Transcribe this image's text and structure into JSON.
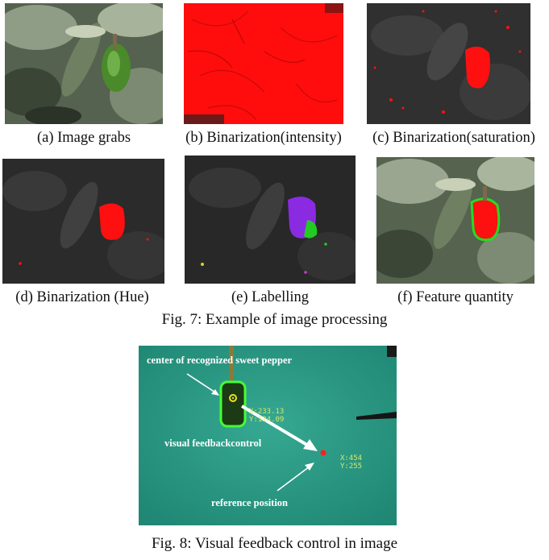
{
  "fig7": {
    "panels": [
      {
        "id": "a",
        "caption": "(a) Image grabs"
      },
      {
        "id": "b",
        "caption": "(b) Binarization(intensity)"
      },
      {
        "id": "c",
        "caption": "(c) Binarization(saturation)"
      },
      {
        "id": "d",
        "caption": "(d) Binarization (Hue)"
      },
      {
        "id": "e",
        "caption": "(e) Labelling"
      },
      {
        "id": "f",
        "caption": "(f) Feature quantity"
      }
    ],
    "caption": "Fig. 7: Example of image processing"
  },
  "fig8": {
    "annotations": {
      "center": "center of recognized sweet pepper",
      "feedback": "visual feedbackcontrol",
      "reference": "reference position"
    },
    "coords_center": {
      "x": "X:233.13",
      "y": "Y:124.09"
    },
    "coords_reference": {
      "x": "X:454",
      "y": "Y:255"
    },
    "caption": "Fig. 8: Visual feedback control in image"
  },
  "colors": {
    "binary_red": "#ff1010",
    "label_purple": "#8a2be2",
    "label_green": "#22cc22",
    "teal_bg": "#2a9a86",
    "coord_yellow": "#d8e86a"
  }
}
